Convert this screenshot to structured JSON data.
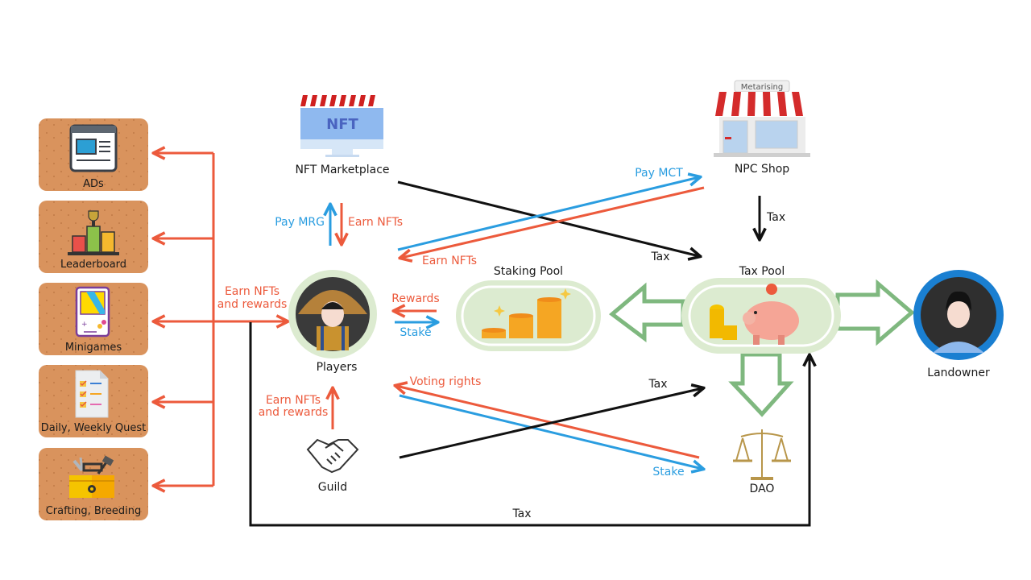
{
  "colors": {
    "earn": "#ec5a3c",
    "pay": "#2a9de0",
    "tax": "#111111",
    "pool_green": "#7fb87f",
    "pool_fill": "#dcebd0",
    "tile": "#d9935d",
    "landowner_ring": "#1a7fd1"
  },
  "left_panel": {
    "tiles": [
      {
        "label": "ADs",
        "icon": "ad-window-icon"
      },
      {
        "label": "Leaderboard",
        "icon": "podium-trophy-icon"
      },
      {
        "label": "Minigames",
        "icon": "handheld-console-icon"
      },
      {
        "label": "Daily, Weekly Quest",
        "icon": "checklist-icon"
      },
      {
        "label": "Crafting, Breeding",
        "icon": "toolbox-icon"
      }
    ],
    "flow_label_line1": "Earn NFTs",
    "flow_label_line2": "and rewards"
  },
  "nodes": {
    "nft_marketplace": {
      "label": "NFT Marketplace",
      "screen_text": "NFT"
    },
    "npc_shop": {
      "label": "NPC Shop",
      "sign_text": "Metarising"
    },
    "players": {
      "label": "Players"
    },
    "staking_pool": {
      "label": "Staking Pool"
    },
    "tax_pool": {
      "label": "Tax Pool"
    },
    "landowner": {
      "label": "Landowner"
    },
    "guild": {
      "label": "Guild"
    },
    "dao": {
      "label": "DAO"
    }
  },
  "edges": {
    "pay_mrg": "Pay MRG",
    "earn_nfts_market": "Earn NFTs",
    "pay_mct": "Pay MCT",
    "earn_nfts_npc": "Earn NFTs",
    "tax_market": "Tax",
    "tax_npc": "Tax",
    "rewards": "Rewards",
    "stake_pool": "Stake",
    "voting_rights": "Voting rights",
    "stake_dao": "Stake",
    "tax_guild": "Tax",
    "guild_earn_line1": "Earn NFTs",
    "guild_earn_line2": "and rewards",
    "tax_players_bottom": "Tax"
  }
}
